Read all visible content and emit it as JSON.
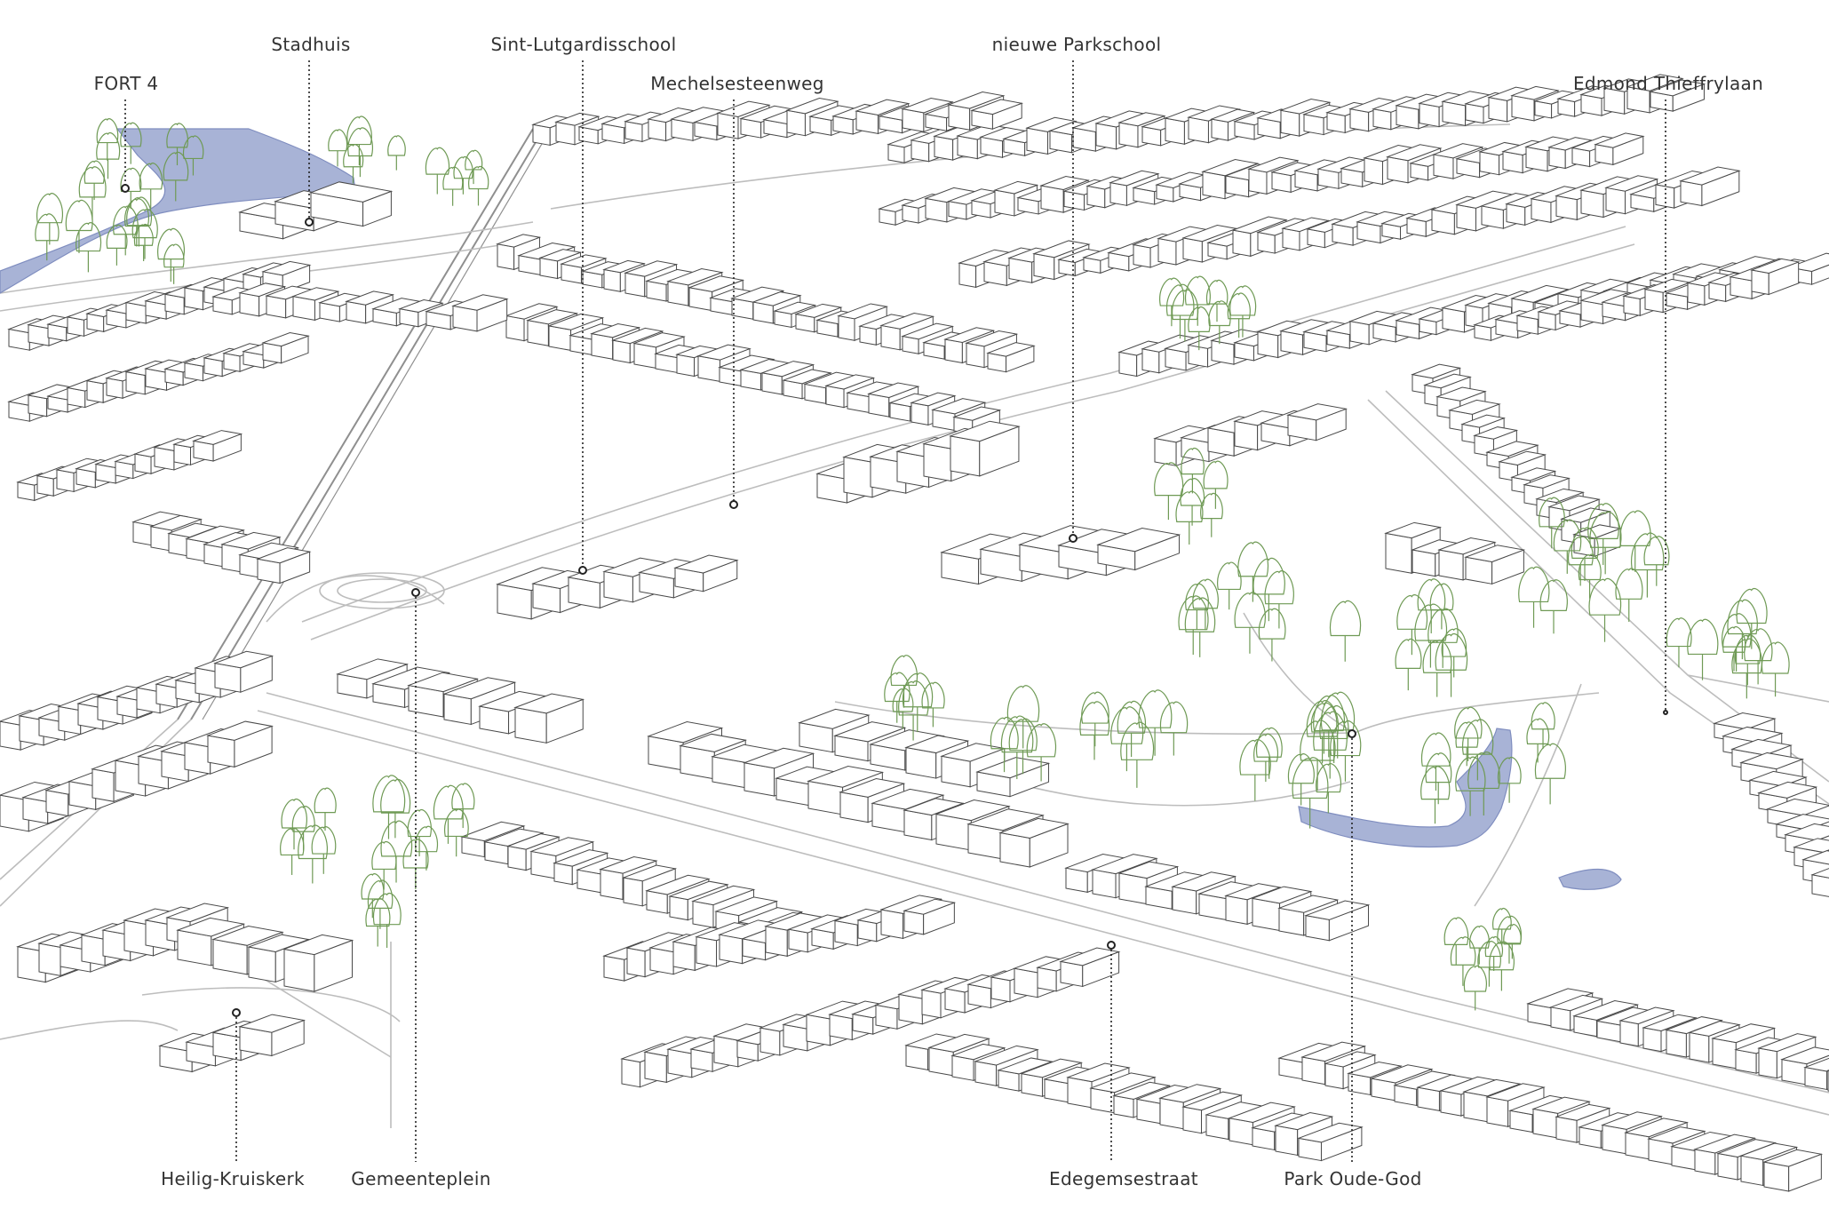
{
  "labels": {
    "fort4": "FORT 4",
    "stadhuis": "Stadhuis",
    "sint_lutgardis": "Sint-Lutgardisschool",
    "mechelsesteenweg": "Mechelsesteenweg",
    "nieuwe_parkschool": "nieuwe Parkschool",
    "edmond_thieffry": "Edmond Thieffrylaan",
    "heilig_kruiskerk": "Heilig-Kruiskerk",
    "gemeenteplein": "Gemeenteplein",
    "edegemsestraat": "Edegemsestraat",
    "park_oude_god": "Park Oude-God"
  },
  "colors": {
    "line": "#4a4a4a",
    "road": "#b9b9b9",
    "water": "#a8b3d6",
    "water_edge": "#7f8dbf",
    "tree": "#6f9a55",
    "leader": "#222222"
  }
}
